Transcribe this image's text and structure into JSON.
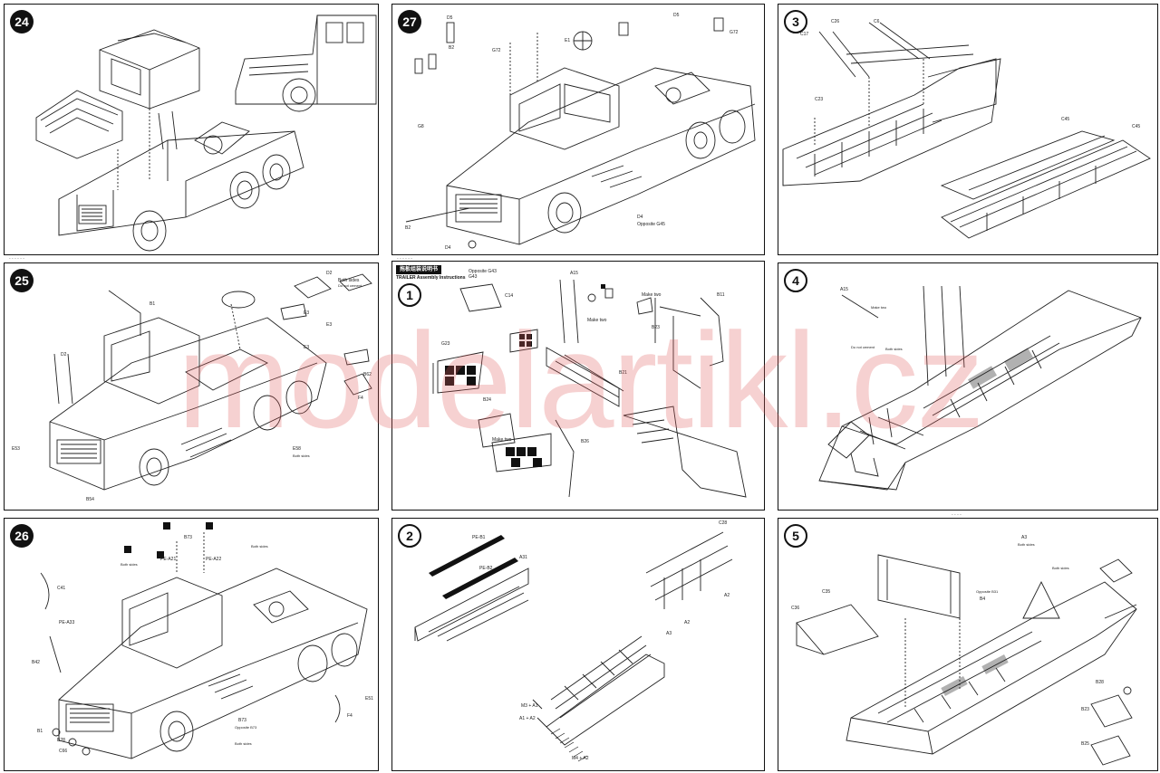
{
  "watermark": "modelartikl.cz",
  "panels": {
    "p24": {
      "step": "24"
    },
    "p27": {
      "step": "27",
      "labels": [
        "D5",
        "D5",
        "B2",
        "G72",
        "E1",
        "G8",
        "G72",
        "D4",
        "B2",
        "Opposite G45",
        "D4"
      ]
    },
    "p3": {
      "step": "3",
      "labels": [
        "C26",
        "C6",
        "C17",
        "C23",
        "C45",
        "C45"
      ]
    },
    "p25": {
      "step": "25",
      "labels": [
        "B1",
        "D2",
        "Both sides",
        "Do not cement",
        "E3",
        "E3",
        "E3",
        "D2",
        "B62",
        "F4",
        "E58",
        "Both sides",
        "E53",
        "B54"
      ]
    },
    "trailer": {
      "header": "拖板组装说明书",
      "subheader": "TRAILER Assembly Instructions",
      "step": "1",
      "labels": [
        "Opposite G43",
        "G43",
        "C14",
        "Make two",
        "A15",
        "Make two",
        "B23",
        "G23",
        "B24",
        "Make two",
        "B26",
        "B11",
        "B21"
      ]
    },
    "p4": {
      "step": "4",
      "labels": [
        "A15",
        "Make two",
        "Do not cement",
        "Both sides"
      ]
    },
    "p26": {
      "step": "26",
      "labels": [
        "B73",
        "PE-A21",
        "PE-A22",
        "Both sides",
        "Both sides",
        "C41",
        "B42",
        "PE-A33",
        "E51",
        "F4",
        "B1",
        "B28",
        "C66",
        "B73",
        "Opposite B73",
        "Both sides"
      ]
    },
    "p2": {
      "step": "2",
      "labels": [
        "PE-B1",
        "PE-B2",
        "A31",
        "C28",
        "A2",
        "A2",
        "A3",
        "M3 + A1",
        "A1 + A2",
        "M4 + A2"
      ]
    },
    "p5": {
      "step": "5",
      "labels": [
        "C36",
        "C35",
        "A3",
        "Both sides",
        "Opposite B31",
        "B4",
        "Both sides",
        "B28",
        "B23",
        "B25"
      ]
    }
  }
}
